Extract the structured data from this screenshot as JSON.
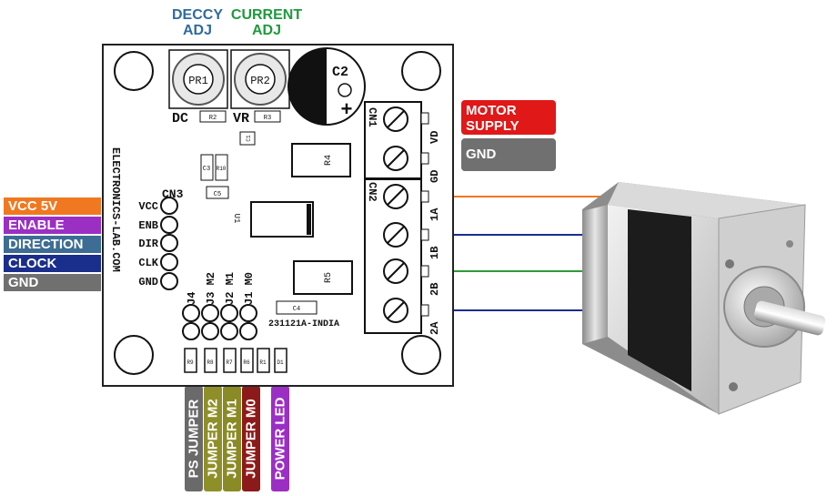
{
  "top_labels": [
    {
      "line1": "DECCY",
      "line2": "ADJ",
      "color": "#2f6b9e"
    },
    {
      "line1": "CURRENT",
      "line2": "ADJ",
      "color": "#1e9a3c"
    }
  ],
  "left_tags": [
    {
      "label": "VCC 5V",
      "color": "#f07820"
    },
    {
      "label": "ENABLE",
      "color": "#9b2fc4"
    },
    {
      "label": "DIRECTION",
      "color": "#3d6d94"
    },
    {
      "label": "CLOCK",
      "color": "#1a2e8c"
    },
    {
      "label": "GND",
      "color": "#707070"
    }
  ],
  "right_tags": [
    {
      "label": "MOTOR SUPPLY",
      "color": "#e01818"
    },
    {
      "label": "GND",
      "color": "#707070"
    }
  ],
  "bottom_tags": [
    {
      "label": "PS JUMPER",
      "color": "#6a6a6a"
    },
    {
      "label": "JUMPER M2",
      "color": "#8f8f2a"
    },
    {
      "label": "JUMPER M1",
      "color": "#8a8a26"
    },
    {
      "label": "JUMPER M0",
      "color": "#8c1a1a"
    },
    {
      "label": "POWER LED",
      "color": "#9b2fc4"
    }
  ],
  "wire_colors": [
    "#f07820",
    "#1a2e8c",
    "#2f9a3a",
    "#1a2e8c"
  ],
  "board": {
    "brand": "ELECTRONICS-LAB.COM",
    "code": "231121A-INDIA",
    "cn3": "CN3",
    "cn1": "CN1",
    "cn2": "CN2",
    "header_pins": [
      "VCC",
      "ENB",
      "DIR",
      "CLK",
      "GND"
    ],
    "right_pins": [
      "VD",
      "GD",
      "1A",
      "1B",
      "2B",
      "2A"
    ],
    "jumpers": [
      "J4",
      "J3 M2",
      "J2 M1",
      "J1 M0"
    ],
    "pot1": "PR1",
    "pot2": "PR2",
    "pot1_label": "DC",
    "pot2_label": "VR",
    "cap": "C2",
    "cap_sign": "+",
    "r2": "R2",
    "r3": "R3",
    "c1": "C1",
    "c3": "C3",
    "r10": "R10",
    "c5": "C5",
    "u1": "U1",
    "r4": "R4",
    "r5": "R5",
    "c4": "C4",
    "bottom_parts": [
      "R9",
      "R8",
      "R7",
      "R6",
      "R1",
      "D1"
    ]
  }
}
